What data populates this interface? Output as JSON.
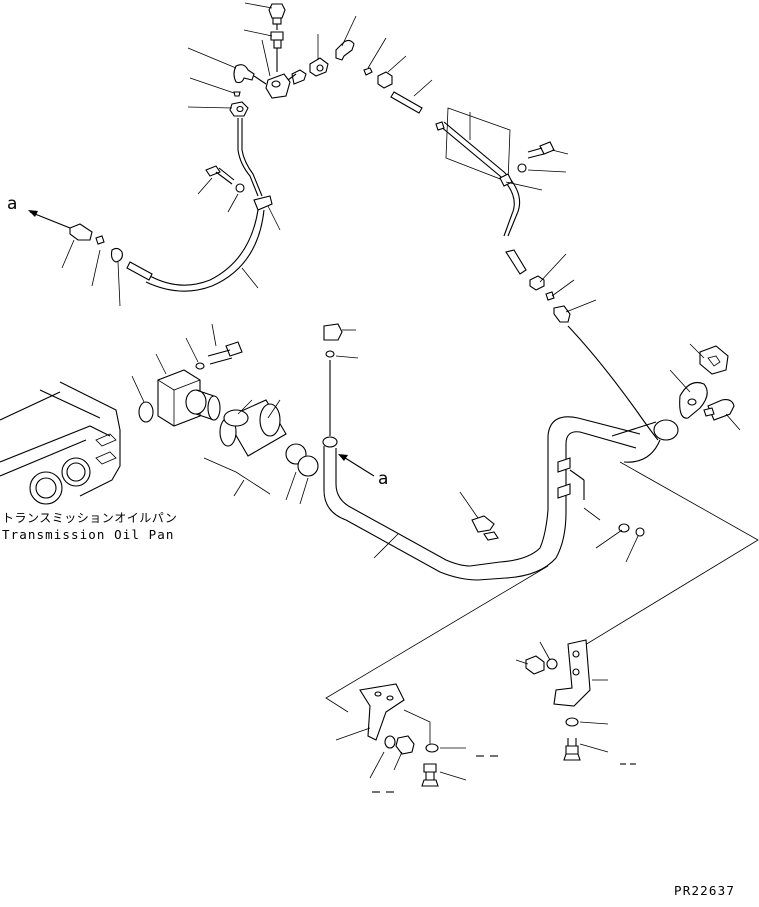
{
  "labels": {
    "pan_jp": "トランスミッションオイルパン",
    "pan_en": "Transmission Oil Pan",
    "figure_id": "PR22637",
    "arrow_left": "a",
    "arrow_right": "a"
  }
}
